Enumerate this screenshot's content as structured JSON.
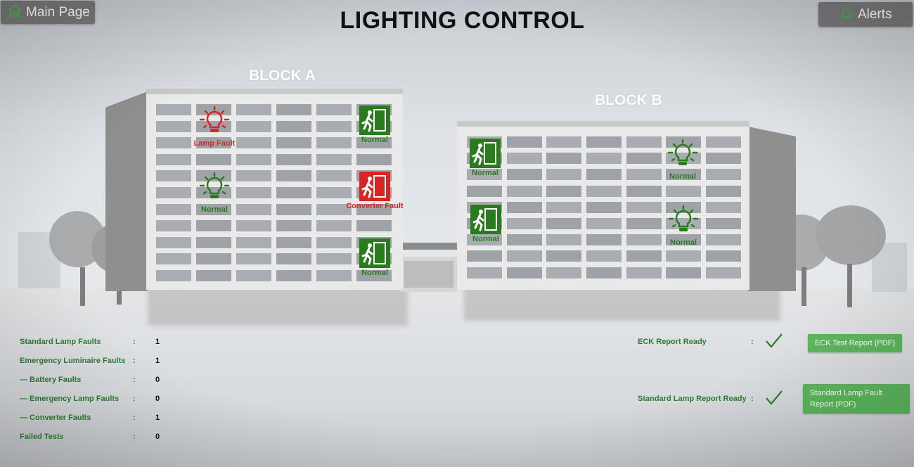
{
  "header": {
    "title": "LIGHTING CONTROL",
    "main_page_label": "Main Page",
    "alerts_label": "Alerts"
  },
  "blocks": {
    "a": {
      "label": "BLOCK A",
      "markers": [
        {
          "type": "lamp",
          "status": "fault",
          "label": "Lamp Fault"
        },
        {
          "type": "exit",
          "status": "ok",
          "label": "Normal"
        },
        {
          "type": "lamp",
          "status": "ok",
          "label": "Normal"
        },
        {
          "type": "exit",
          "status": "fault",
          "label": "Converter Fault"
        },
        {
          "type": "exit",
          "status": "ok",
          "label": "Normal"
        }
      ]
    },
    "b": {
      "label": "BLOCK B",
      "markers": [
        {
          "type": "exit",
          "status": "ok",
          "label": "Normal"
        },
        {
          "type": "lamp",
          "status": "ok",
          "label": "Normal"
        },
        {
          "type": "exit",
          "status": "ok",
          "label": "Normal"
        },
        {
          "type": "lamp",
          "status": "ok",
          "label": "Normal"
        }
      ]
    }
  },
  "stats": [
    {
      "label": "Standard Lamp Faults",
      "value": "1"
    },
    {
      "label": "Emergency Luminaire Faults",
      "value": "1"
    },
    {
      "label": "— Battery Faults",
      "value": "0"
    },
    {
      "label": "— Emergency Lamp Faults",
      "value": "0"
    },
    {
      "label": "— Converter Faults",
      "value": "1"
    },
    {
      "label": "Failed Tests",
      "value": "0"
    }
  ],
  "reports": {
    "eck": {
      "label": "ECK Report Ready",
      "button": "ECK Test Report (PDF)"
    },
    "standard": {
      "label": "Standard Lamp Report Ready",
      "button": "Standard Lamp Fault Report (PDF)"
    }
  },
  "colors": {
    "ok": "#2a7a1e",
    "fault": "#d62525",
    "button": "#5cb85c"
  },
  "icons": {
    "home": "home-icon",
    "alert": "alarm-icon",
    "lamp": "lightbulb-icon",
    "exit": "emergency-exit-icon",
    "check": "checkmark-icon"
  }
}
